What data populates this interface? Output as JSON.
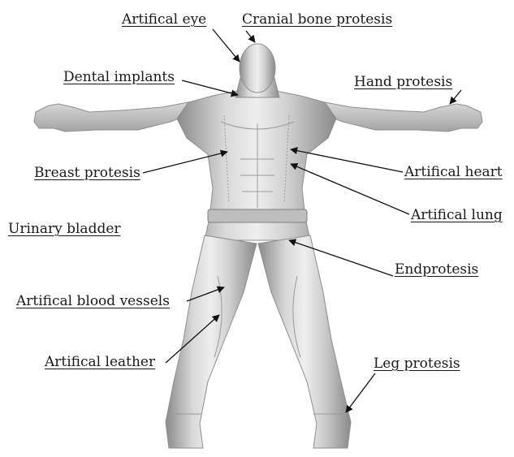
{
  "figure": {
    "labels": {
      "artifical_eye": "Artifical eye",
      "cranial_bone_protesis": "Cranial bone protesis",
      "dental_implants": "Dental implants",
      "hand_protesis": "Hand protesis",
      "breast_protesis": "Breast protesis",
      "artifical_heart": "Artifical heart",
      "urinary_bladder": "Urinary bladder",
      "artifical_lung": "Artifical lung",
      "endprotesis": "Endprotesis",
      "artifical_blood_vessels": "Artifical blood vessels",
      "artifical_leather": "Artifical leather",
      "leg_protesis": "Leg protesis"
    },
    "colors": {
      "body_light": "#e8e8e8",
      "body_mid": "#b5b5b5",
      "body_dark": "#7a7a7a",
      "leader_line": "#111111",
      "text": "#1a1a1a"
    }
  }
}
